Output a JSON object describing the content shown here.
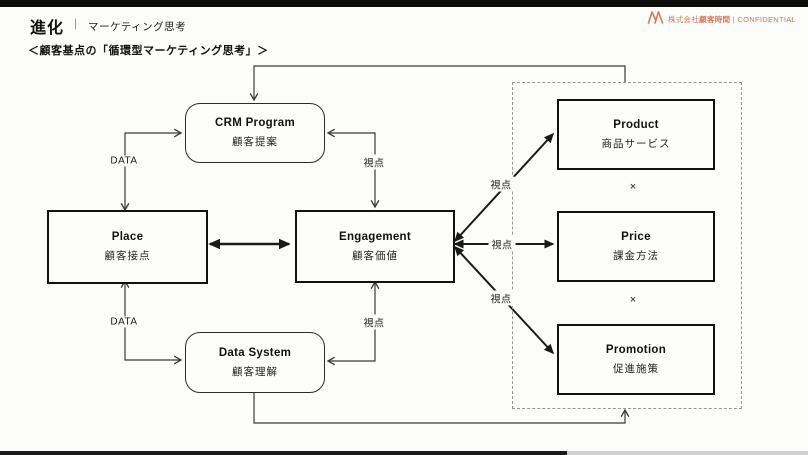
{
  "header": {
    "title": "進化",
    "divider": "|",
    "nav": "マーケティング思考",
    "brand": {
      "company_prefix": "株式会社",
      "company_name": "顧客時間",
      "separator": "|",
      "confidential": "CONFIDENTIAL",
      "accent_color": "#D9765C"
    }
  },
  "slide": {
    "heading": "＜顧客基点の「循環型マーケティング思考」＞"
  },
  "diagram": {
    "nodes": {
      "crm": {
        "title": "CRM Program",
        "subtitle": "顧客提案"
      },
      "place": {
        "title": "Place",
        "subtitle": "顧客接点"
      },
      "engagement": {
        "title": "Engagement",
        "subtitle": "顧客価値"
      },
      "data_system": {
        "title": "Data System",
        "subtitle": "顧客理解"
      },
      "product": {
        "title": "Product",
        "subtitle": "商品サービス"
      },
      "price": {
        "title": "Price",
        "subtitle": "課金方法"
      },
      "promotion": {
        "title": "Promotion",
        "subtitle": "促進施策"
      }
    },
    "labels": {
      "data_top": "DATA",
      "data_bottom": "DATA",
      "shiten_crm": "視点",
      "shiten_data": "視点",
      "shiten_fan_product": "視点",
      "shiten_fan_price": "視点",
      "shiten_fan_promotion": "視点",
      "multiply_1": "×",
      "multiply_2": "×"
    },
    "colors": {
      "thin_line": "#3a3a3a",
      "thick_line": "#1a1a1a",
      "dashed_border": "#979790",
      "box_border": "#121212"
    }
  }
}
